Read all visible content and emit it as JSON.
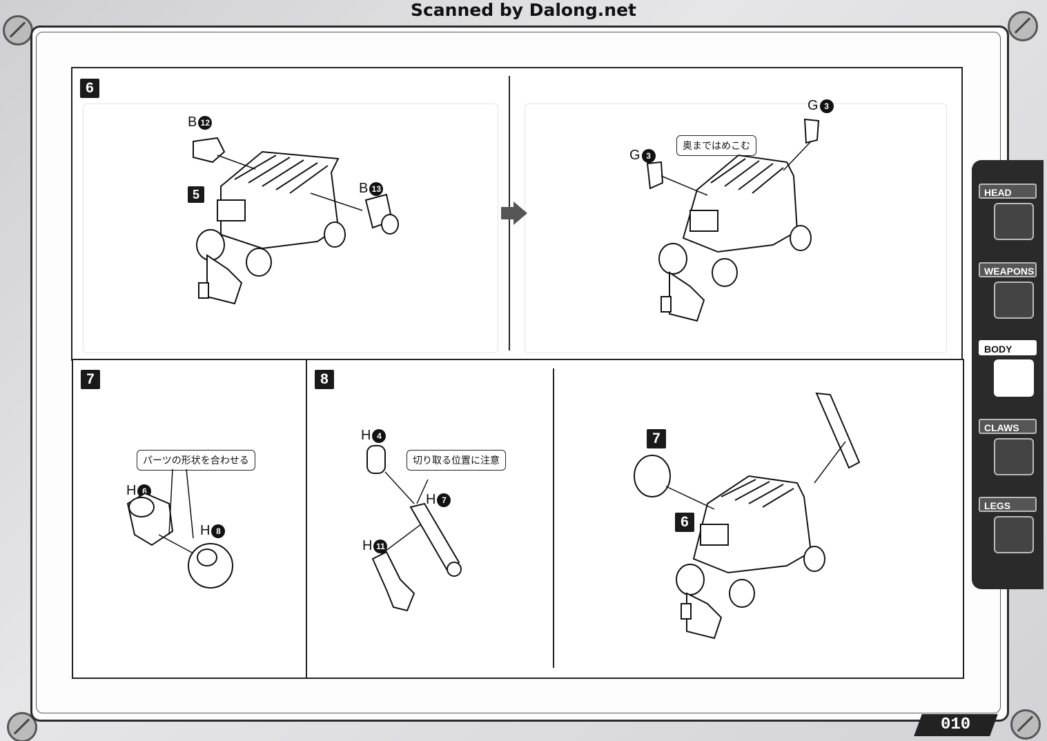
{
  "banner": "Scanned by Dalong.net",
  "page_number": "010",
  "sidebar": {
    "tabs": [
      {
        "label": "HEAD",
        "icon": "head-icon",
        "active": false
      },
      {
        "label": "WEAPONS",
        "icon": "weapons-icon",
        "active": false
      },
      {
        "label": "BODY",
        "icon": "body-icon",
        "active": true
      },
      {
        "label": "CLAWS",
        "icon": "claws-icon",
        "active": false
      },
      {
        "label": "LEGS",
        "icon": "legs-icon",
        "active": false
      }
    ]
  },
  "step6": {
    "number": "6",
    "subpart": "5",
    "parts_left": [
      {
        "letter": "B",
        "num": "12"
      },
      {
        "letter": "B",
        "num": "13"
      }
    ],
    "parts_right": [
      {
        "letter": "G",
        "num": "3"
      },
      {
        "letter": "G",
        "num": "3"
      }
    ],
    "callout": "奥まではめこむ"
  },
  "step7": {
    "number": "7",
    "parts": [
      {
        "letter": "H",
        "num": "6"
      },
      {
        "letter": "H",
        "num": "8"
      }
    ],
    "callout": "パーツの形状を合わせる"
  },
  "step8": {
    "number": "8",
    "parts": [
      {
        "letter": "H",
        "num": "4"
      },
      {
        "letter": "H",
        "num": "7"
      },
      {
        "letter": "H",
        "num": "11"
      }
    ],
    "callout": "切り取る位置に注意",
    "assembly_badges": [
      "7",
      "6"
    ]
  }
}
